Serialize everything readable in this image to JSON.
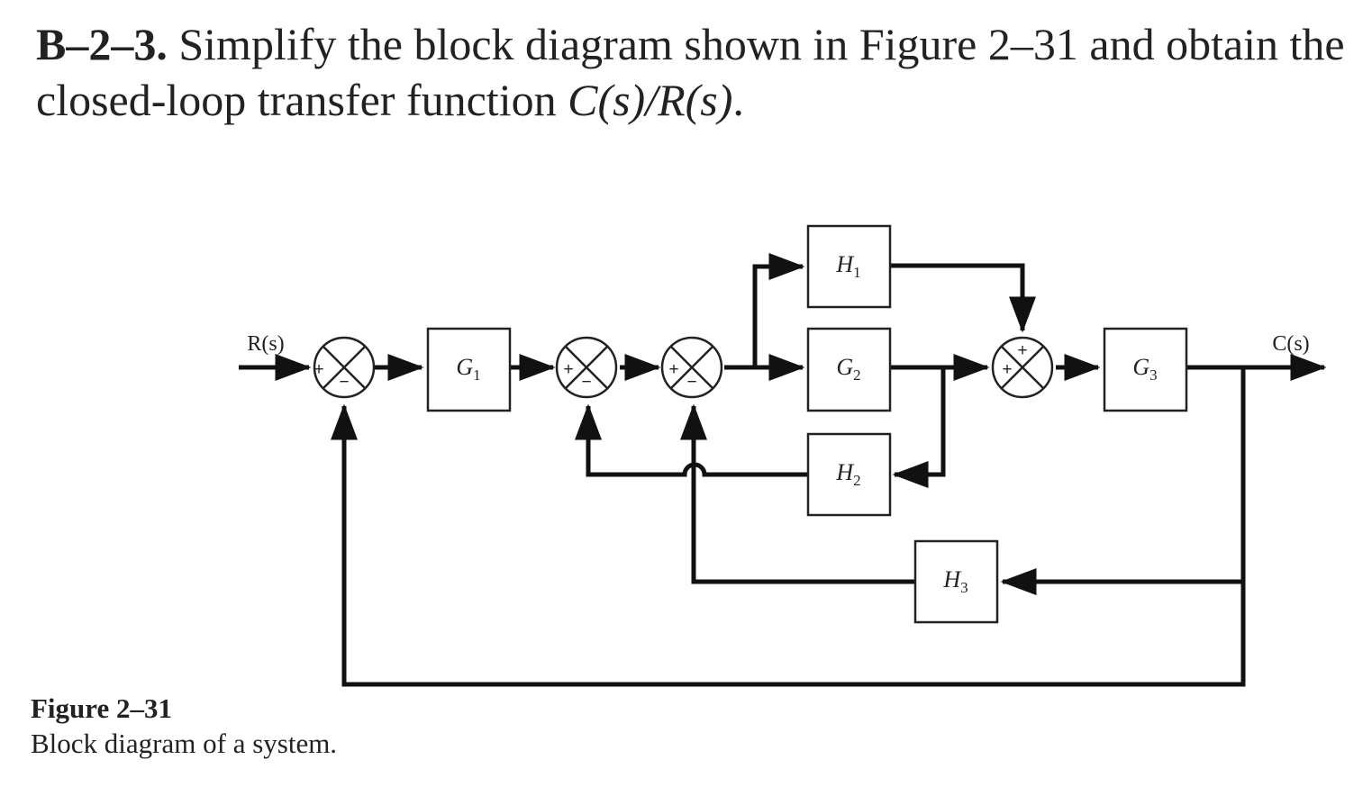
{
  "problem": {
    "number": "B–2–3.",
    "text": "Simplify the block diagram shown in Figure 2–31 and obtain the closed-loop transfer function",
    "tf": "C(s)/R(s)",
    "end": "."
  },
  "figure": {
    "title": "Figure 2–31",
    "caption": "Block diagram of a system."
  },
  "diagram": {
    "input_label": "R(s)",
    "output_label": "C(s)",
    "blocks": {
      "G1": {
        "name": "G",
        "sub": "1"
      },
      "G2": {
        "name": "G",
        "sub": "2"
      },
      "G3": {
        "name": "G",
        "sub": "3"
      },
      "H1": {
        "name": "H",
        "sub": "1"
      },
      "H2": {
        "name": "H",
        "sub": "2"
      },
      "H3": {
        "name": "H",
        "sub": "3"
      }
    },
    "signs": {
      "plus": "+",
      "minus": "−"
    }
  }
}
